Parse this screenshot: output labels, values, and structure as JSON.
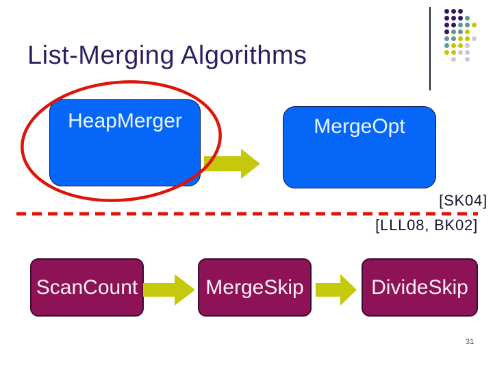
{
  "slide": {
    "title": "List-Merging Algorithms",
    "page_number": "31"
  },
  "diagram": {
    "top_row": [
      {
        "id": "heap_merger",
        "label": "HeapMerger",
        "highlighted": "red ellipse emphasis"
      },
      {
        "id": "merge_opt",
        "label": "MergeOpt"
      }
    ],
    "bottom_row": [
      {
        "id": "scan_count",
        "label": "ScanCount"
      },
      {
        "id": "merge_skip",
        "label": "MergeSkip"
      },
      {
        "id": "divide_skip",
        "label": "DivideSkip"
      }
    ],
    "citations": {
      "top": "[SK04]",
      "bottom": "[LLL08, BK02]"
    }
  },
  "colors": {
    "title_text": "#2D1E5F",
    "box_blue": "#0666F8",
    "blue_border": "#001A4D",
    "blue_box_text": "#EAF6FF",
    "box_magenta": "#8E1356",
    "magenta_border": "#3A0B33",
    "magenta_box_text": "#FBF0F7",
    "arrow_olive": "#C6C90B",
    "accent_red": "#DD1408",
    "citation_text": "#14142E",
    "line_dark": "#1A1A2E",
    "page_number_color": "#555555",
    "dot_purple": "#31195A",
    "dot_teal": "#5E9894",
    "dot_yellow": "#C5C503",
    "dot_gray": "#C9C9DB"
  },
  "decor": {
    "dot_grid": {
      "pitch": 10,
      "rows": [
        "ppp..",
        "pppt.",
        "pptty",
        "ptty.",
        "ttyyg",
        "tyyg.",
        "yygg.",
        ".g.g."
      ],
      "palette_keys": {
        "p": "dot_purple",
        "t": "dot_teal",
        "y": "dot_yellow",
        "g": "dot_gray"
      }
    }
  }
}
